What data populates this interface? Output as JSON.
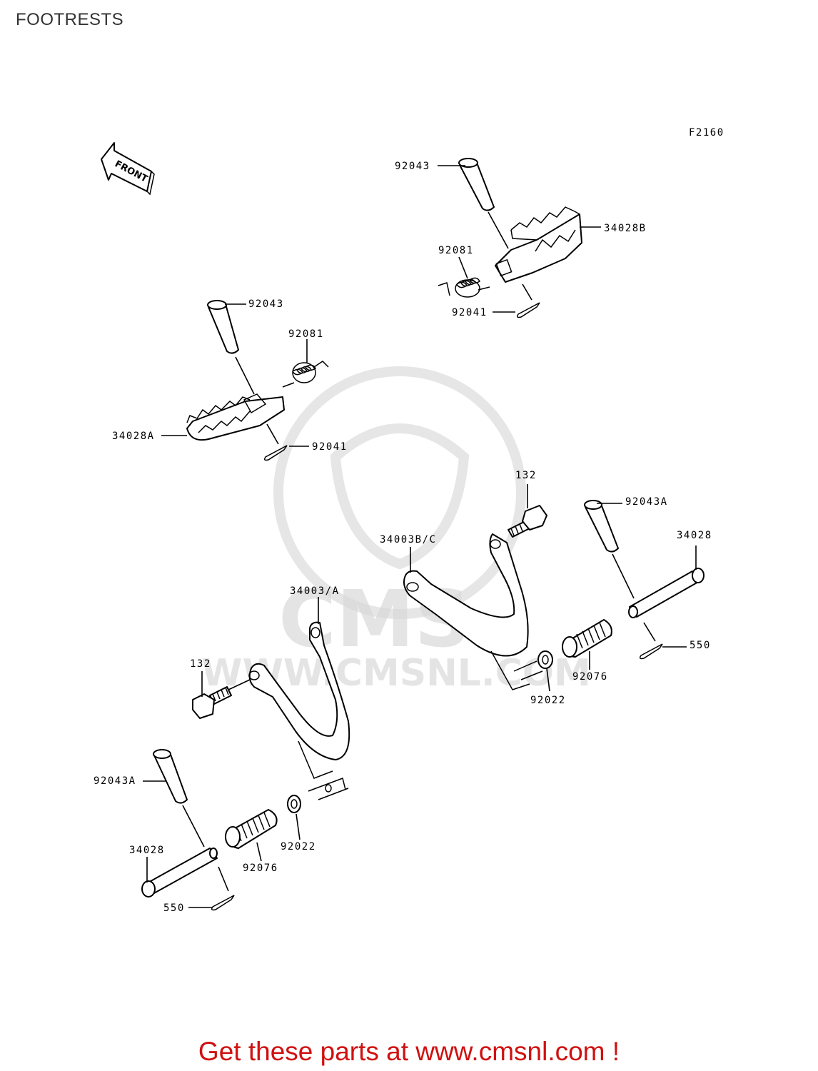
{
  "page": {
    "title": "FOOTRESTS",
    "footer": "Get these parts at www.cmsnl.com !"
  },
  "diagram": {
    "figure_code": "F2160",
    "front_label": "FRONT",
    "watermark": {
      "logo_text": "CMS",
      "url_text": "WWW.CMSNL.COM"
    },
    "part_labels": {
      "p92043_top": "92043",
      "p34028B": "34028B",
      "p92081_top": "92081",
      "p92041_top": "92041",
      "p92043_left": "92043",
      "p92081_left": "92081",
      "p34028A": "34028A",
      "p92041_left": "92041",
      "p132_right": "132",
      "p92043A_right": "92043A",
      "p34003BC": "34003B/C",
      "p34028_right": "34028",
      "p34003A": "34003/A",
      "p550_right": "550",
      "p92076_right": "92076",
      "p92022_right": "92022",
      "p132_left": "132",
      "p92043A_left": "92043A",
      "p34028_left": "34028",
      "p92022_left": "92022",
      "p92076_left": "92076",
      "p550_left": "550"
    }
  }
}
